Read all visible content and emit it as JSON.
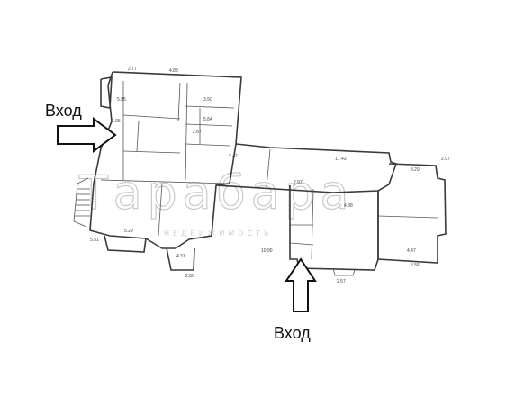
{
  "labels": {
    "entrance_left": "Вход",
    "entrance_bottom": "Вход"
  },
  "watermark": {
    "brand": "Тарабара",
    "subtitle": "НЕДВИЖИМОСТЬ"
  },
  "dimensions": [
    "2.77",
    "4.88",
    "5.95",
    "1.05",
    "3.50",
    "5.84",
    "2.87",
    "2.47",
    "17.43",
    "2.97",
    "3.29",
    "4.38",
    "4.47",
    "5.29",
    "5.51",
    "4.31",
    "2.97",
    "2.57",
    "5.56",
    "2.80",
    "10.90"
  ],
  "colors": {
    "wall": "#3a3a3a",
    "watermark": "#c9c9c9",
    "arrow": "#111111"
  }
}
